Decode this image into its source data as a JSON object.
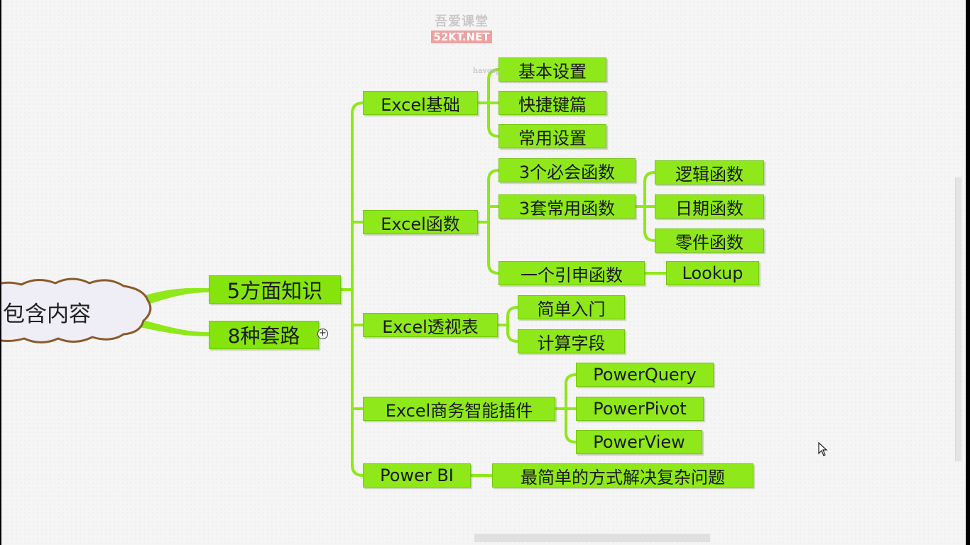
{
  "watermark": {
    "top": "吾爱课堂",
    "bottom": "52KT.NET",
    "small": "havosp"
  },
  "root": {
    "label": "包含内容"
  },
  "branches": {
    "knowledge": "5方面知识",
    "routines": "8种套路"
  },
  "topics": {
    "basics": {
      "label": "Excel基础",
      "items": [
        "基本设置",
        "快捷键篇",
        "常用设置"
      ]
    },
    "functions": {
      "label": "Excel函数",
      "must": "3个必会函数",
      "sets": "3套常用函数",
      "set_items": [
        "逻辑函数",
        "日期函数",
        "零件函数"
      ],
      "lookup_intro": "一个引申函数",
      "lookup": "Lookup"
    },
    "pivot": {
      "label": "Excel透视表",
      "items": [
        "简单入门",
        "计算字段"
      ]
    },
    "bi_plugins": {
      "label": "Excel商务智能插件",
      "items": [
        "PowerQuery",
        "PowerPivot",
        "PowerView"
      ]
    },
    "powerbi": {
      "label": "Power BI",
      "desc": "最简单的方式解决复杂问题"
    }
  },
  "colors": {
    "node": "#8fe81a",
    "connector": "#8fe81a",
    "cloud": "#efedf5"
  }
}
